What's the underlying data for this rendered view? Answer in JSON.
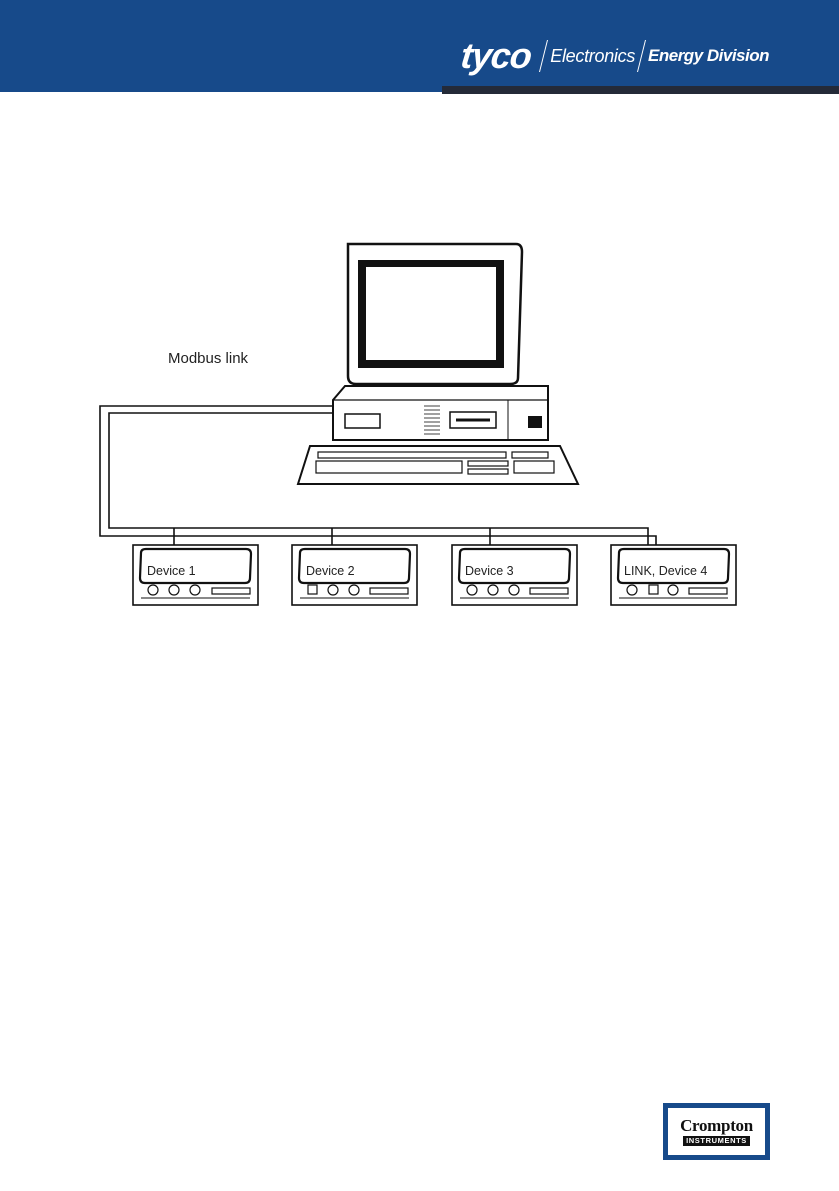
{
  "header": {
    "brand_name": "tyco",
    "brand_division_1": "Electronics",
    "brand_division_2": "Energy Division"
  },
  "diagram": {
    "link_label": "Modbus link",
    "devices": [
      {
        "label": "Device 1"
      },
      {
        "label": "Device 2"
      },
      {
        "label": "Device 3"
      },
      {
        "label": "LINK, Device 4"
      }
    ]
  },
  "footer_logo": {
    "name": "Crompton",
    "subtitle": "INSTRUMENTS"
  },
  "colors": {
    "header_blue": "#174a8a",
    "header_band": "#242a38"
  }
}
